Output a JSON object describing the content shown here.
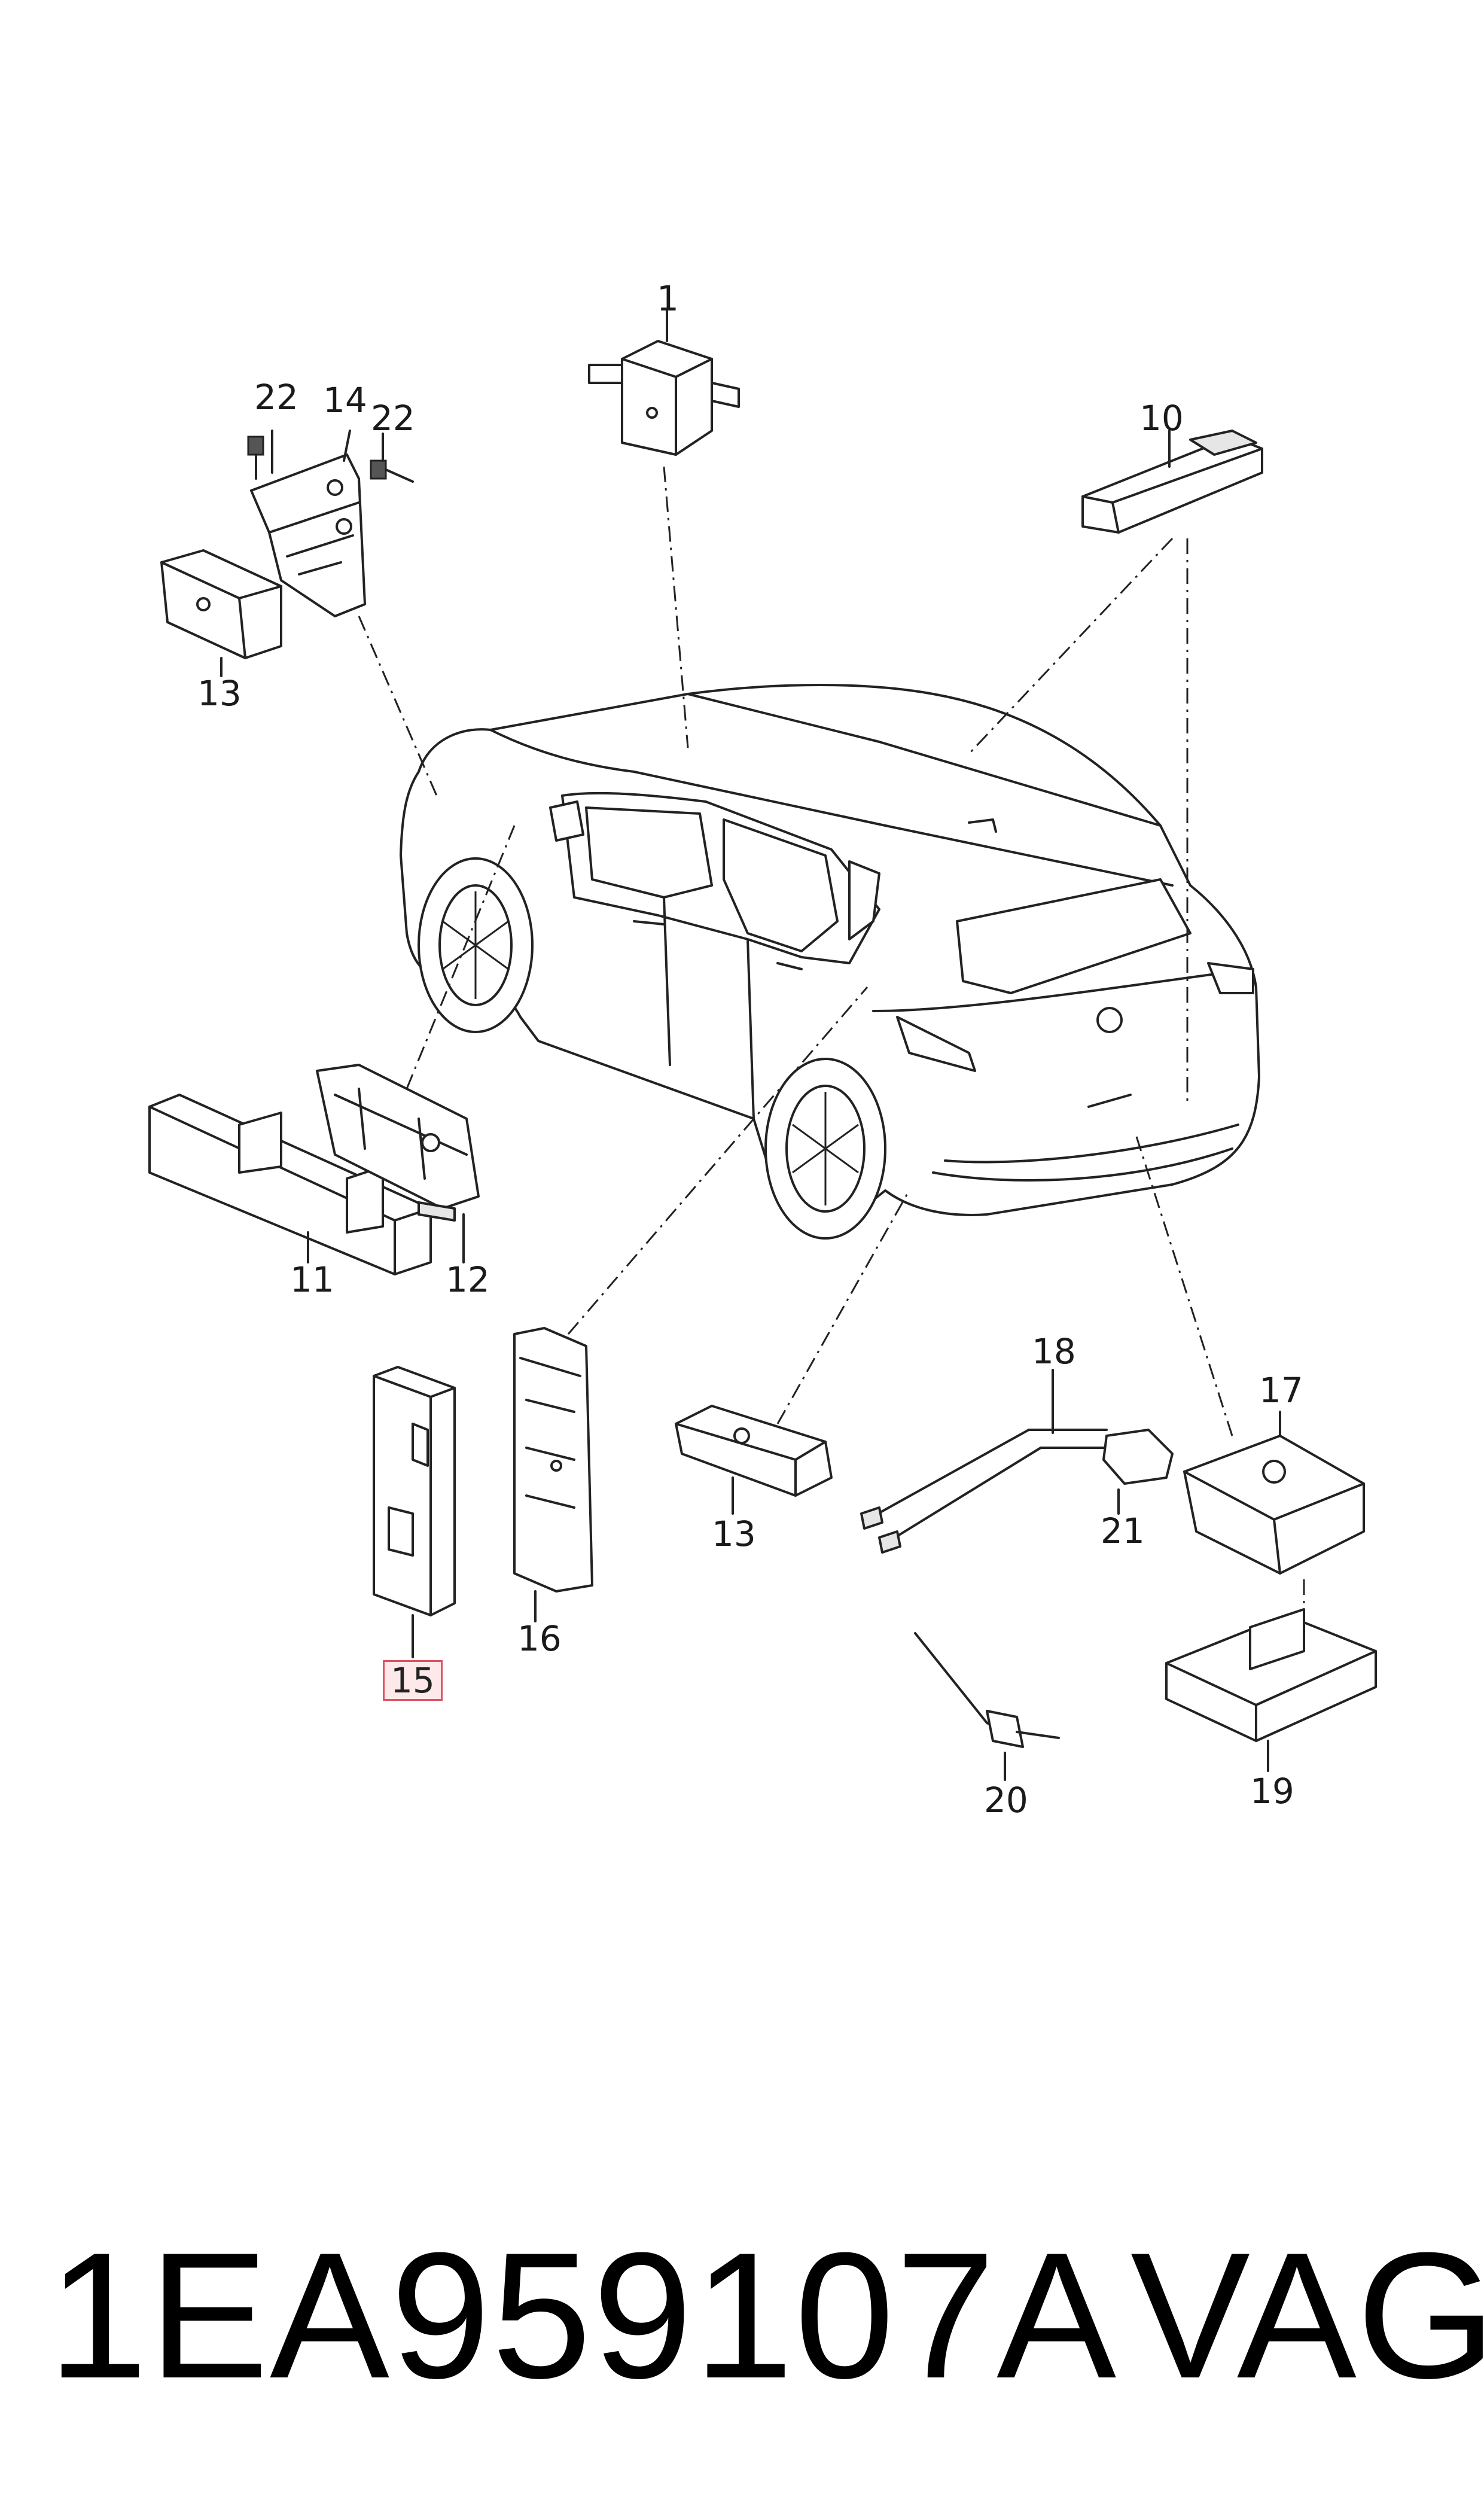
{
  "callouts": {
    "c1": "1",
    "c10": "10",
    "c11": "11",
    "c12": "12",
    "c13a": "13",
    "c13b": "13",
    "c14": "14",
    "c15": "15",
    "c16": "16",
    "c17": "17",
    "c18": "18",
    "c19": "19",
    "c20": "20",
    "c21": "21",
    "c22a": "22",
    "c22b": "22"
  },
  "highlighted_callout": "15",
  "part_number": "1EA959107A",
  "brand": "VAG",
  "colors": {
    "line": "#222222",
    "highlight_border": "#e05060",
    "highlight_fill": "#fde8ea"
  }
}
